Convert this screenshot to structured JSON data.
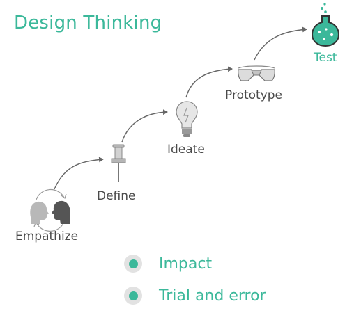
{
  "title": "Design Thinking",
  "stages": [
    {
      "label": "Empathize",
      "icon": "people-icon"
    },
    {
      "label": "Define",
      "icon": "pushpin-icon"
    },
    {
      "label": "Ideate",
      "icon": "lightbulb-icon"
    },
    {
      "label": "Prototype",
      "icon": "goggles-icon"
    },
    {
      "label": "Test",
      "icon": "flask-icon",
      "highlighted": true
    }
  ],
  "bullets": [
    {
      "label": "Impact"
    },
    {
      "label": "Trial and error"
    }
  ],
  "colors": {
    "accent": "#3bb89a",
    "text": "#4a4a4a",
    "icon_gray": "#9a9a9a",
    "radio_ring": "#e2e2e2"
  }
}
